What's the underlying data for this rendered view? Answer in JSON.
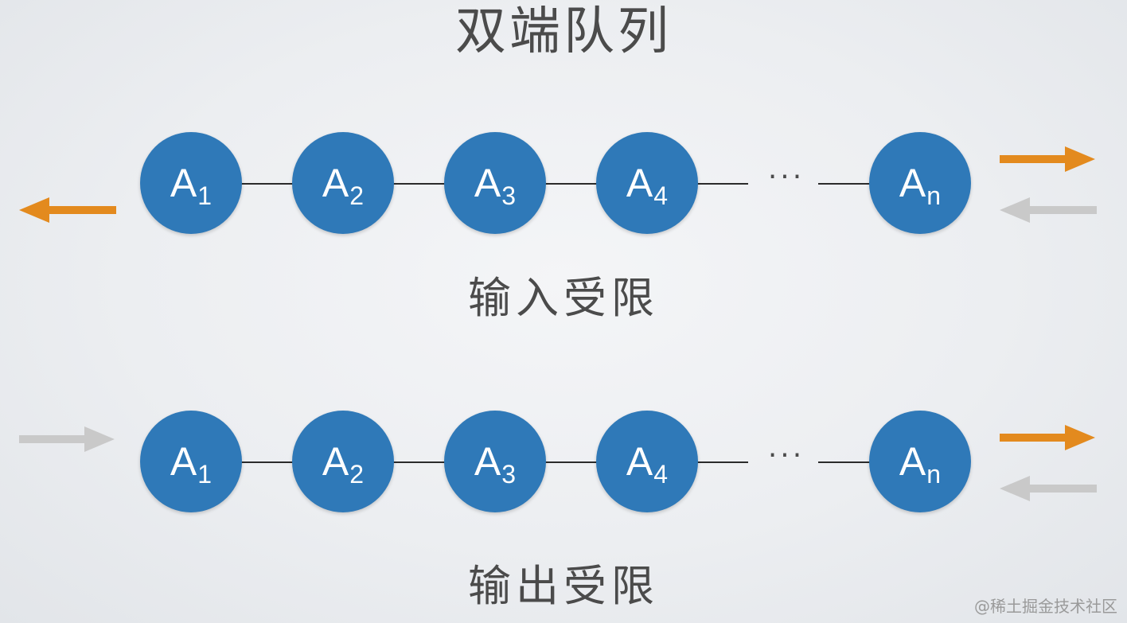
{
  "title": "双端队列",
  "rows": [
    {
      "caption": "输入受限",
      "nodes": [
        {
          "base": "A",
          "sub": "1"
        },
        {
          "base": "A",
          "sub": "2"
        },
        {
          "base": "A",
          "sub": "3"
        },
        {
          "base": "A",
          "sub": "4"
        },
        {
          "base": "A",
          "sub": "n"
        }
      ],
      "ellipsis": "···",
      "arrows": {
        "left": {
          "direction": "left",
          "color": "#e38a1e"
        },
        "right_top": {
          "direction": "right",
          "color": "#e38a1e"
        },
        "right_bottom": {
          "direction": "left",
          "color": "#c9c9c9"
        }
      }
    },
    {
      "caption": "输出受限",
      "nodes": [
        {
          "base": "A",
          "sub": "1"
        },
        {
          "base": "A",
          "sub": "2"
        },
        {
          "base": "A",
          "sub": "3"
        },
        {
          "base": "A",
          "sub": "4"
        },
        {
          "base": "A",
          "sub": "n"
        }
      ],
      "ellipsis": "···",
      "arrows": {
        "left": {
          "direction": "right",
          "color": "#c9c9c9"
        },
        "right_top": {
          "direction": "right",
          "color": "#e38a1e"
        },
        "right_bottom": {
          "direction": "left",
          "color": "#c9c9c9"
        }
      }
    }
  ],
  "colors": {
    "node": "#2f79b8",
    "accent_arrow": "#e38a1e",
    "muted_arrow": "#c9c9c9"
  },
  "watermark": "@稀土掘金技术社区"
}
